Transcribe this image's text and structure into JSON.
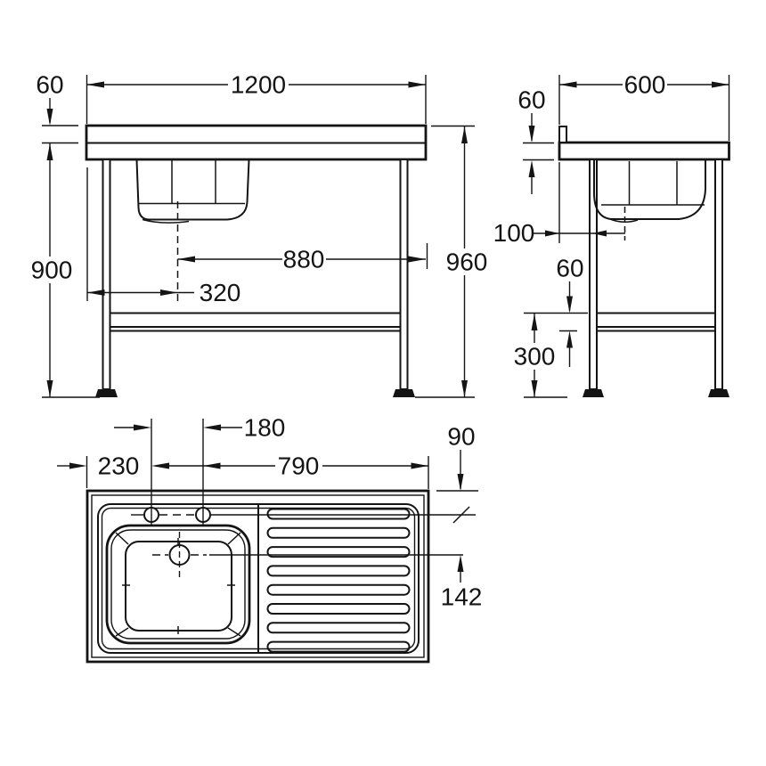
{
  "drawing": {
    "type": "technical-dimension-drawing",
    "subject": "sit-on sink top with left bowl and right drainer, three orthographic views",
    "colors": {
      "line": "#141414",
      "background": "#ffffff"
    },
    "front": {
      "width": "1200",
      "upstand_height": "60",
      "floor_to_worktop": "900",
      "floor_to_upstand_top": "960",
      "waste_center_to_right_edge": "880",
      "left_edge_to_waste_center": "320"
    },
    "side": {
      "depth": "600",
      "edge_thickness": "60",
      "back_edge_to_waste": "100",
      "rail_thickness": "60",
      "floor_to_rail": "300"
    },
    "plan": {
      "left_edge_to_tap1": "230",
      "tap1_to_tap2": "180",
      "tap2_to_right_edge": "790",
      "back_edge_to_tap_line": "90",
      "tap_line_to_waste_center": "142"
    }
  }
}
